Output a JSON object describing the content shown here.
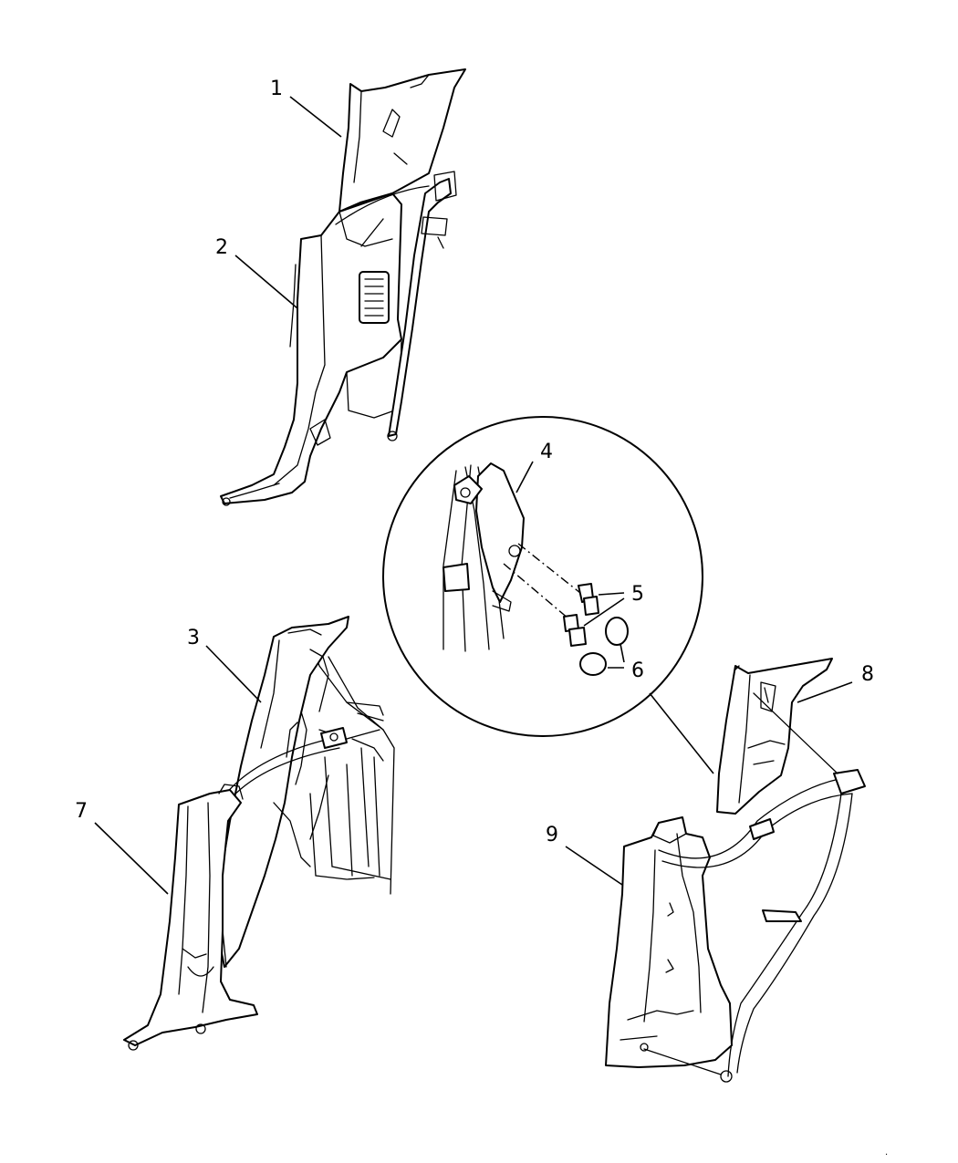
{
  "callouts": [
    {
      "id": "1",
      "label": "1"
    },
    {
      "id": "2",
      "label": "2"
    },
    {
      "id": "3",
      "label": "3"
    },
    {
      "id": "4",
      "label": "4"
    },
    {
      "id": "5",
      "label": "5"
    },
    {
      "id": "6",
      "label": "6"
    },
    {
      "id": "7",
      "label": "7"
    },
    {
      "id": "8",
      "label": "8"
    },
    {
      "id": "9",
      "label": "9"
    }
  ],
  "corner_mark": "."
}
